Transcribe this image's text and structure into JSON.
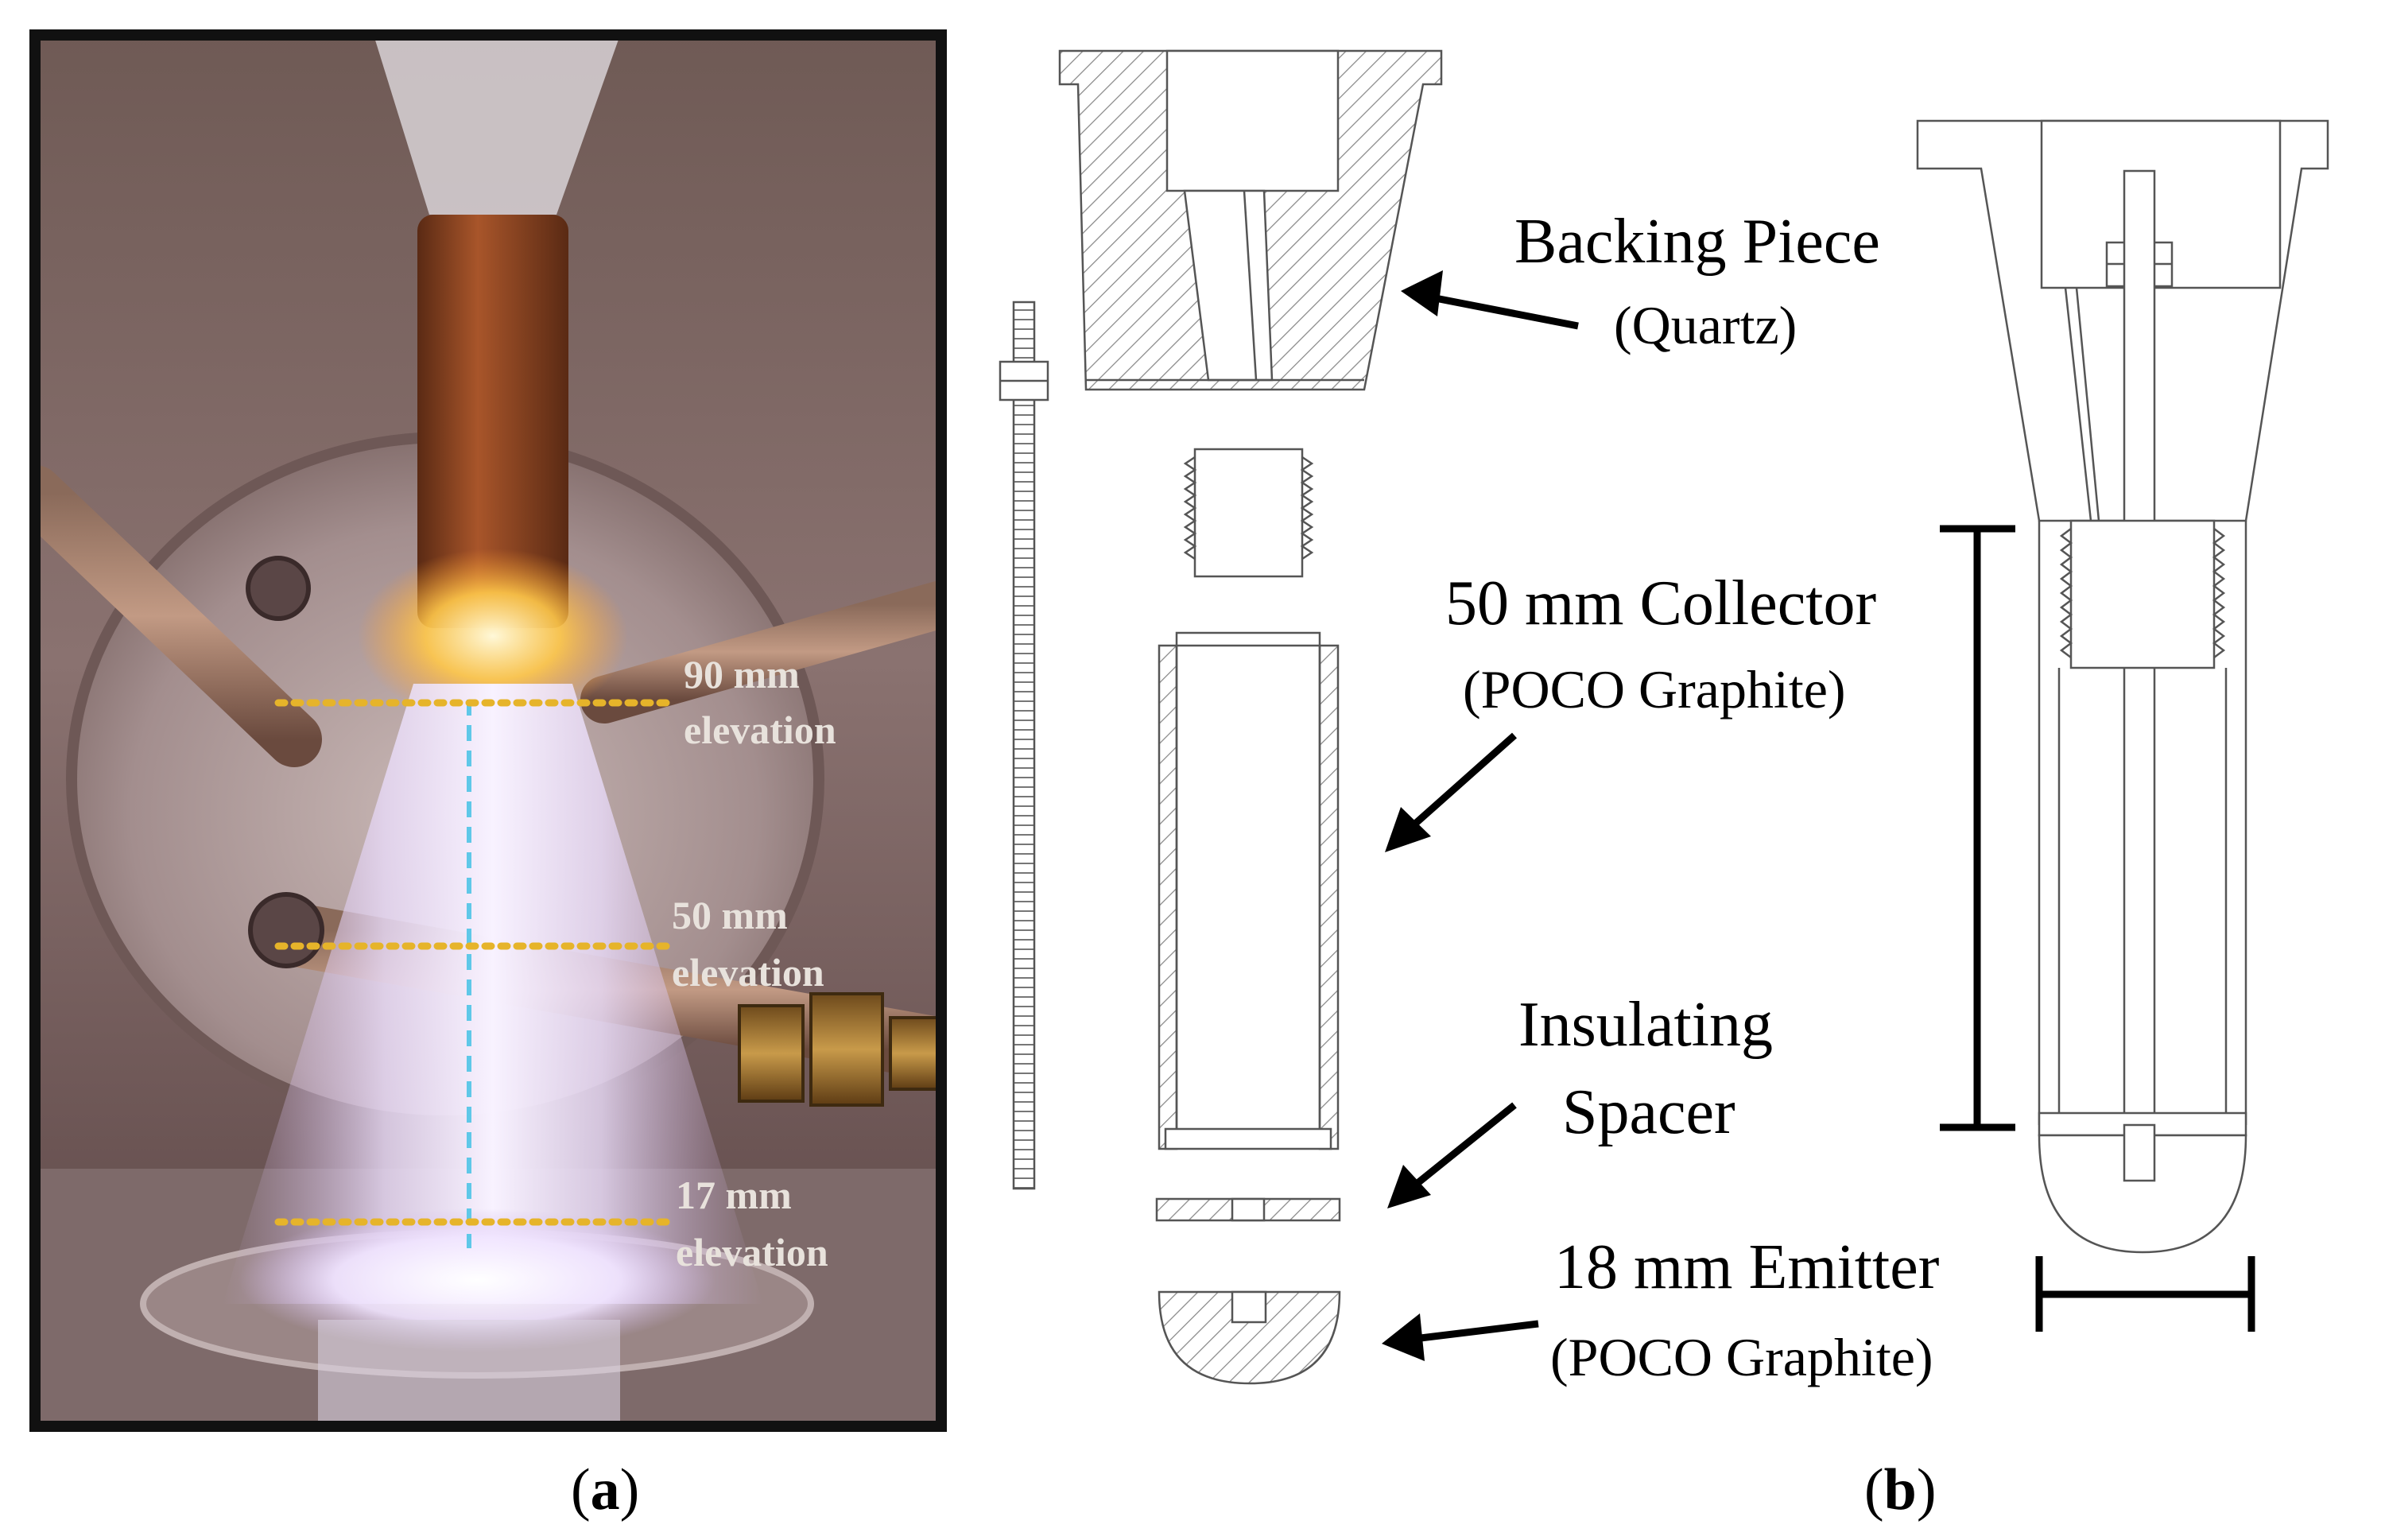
{
  "panel_a": {
    "label": "a",
    "elevations": [
      {
        "line1": "90 mm",
        "line2": "elevation"
      },
      {
        "line1": "50 mm",
        "line2": "elevation"
      },
      {
        "line1": "17 mm",
        "line2": "elevation"
      }
    ]
  },
  "panel_b": {
    "label": "b",
    "callouts": {
      "backing_piece": {
        "line1": "Backing Piece",
        "line2": "(Quartz)"
      },
      "collector": {
        "line1": "50 mm Collector",
        "line2": "(POCO Graphite)"
      },
      "spacer": {
        "line1": "Insulating",
        "line2": "Spacer"
      },
      "emitter": {
        "line1": "18 mm Emitter",
        "line2": "(POCO Graphite)"
      }
    }
  },
  "colors": {
    "elevation_dots": "#e6b42a",
    "centerline": "#5fc8e8",
    "plasma_core": "#f4ecff",
    "photo_frame": "#111111"
  }
}
